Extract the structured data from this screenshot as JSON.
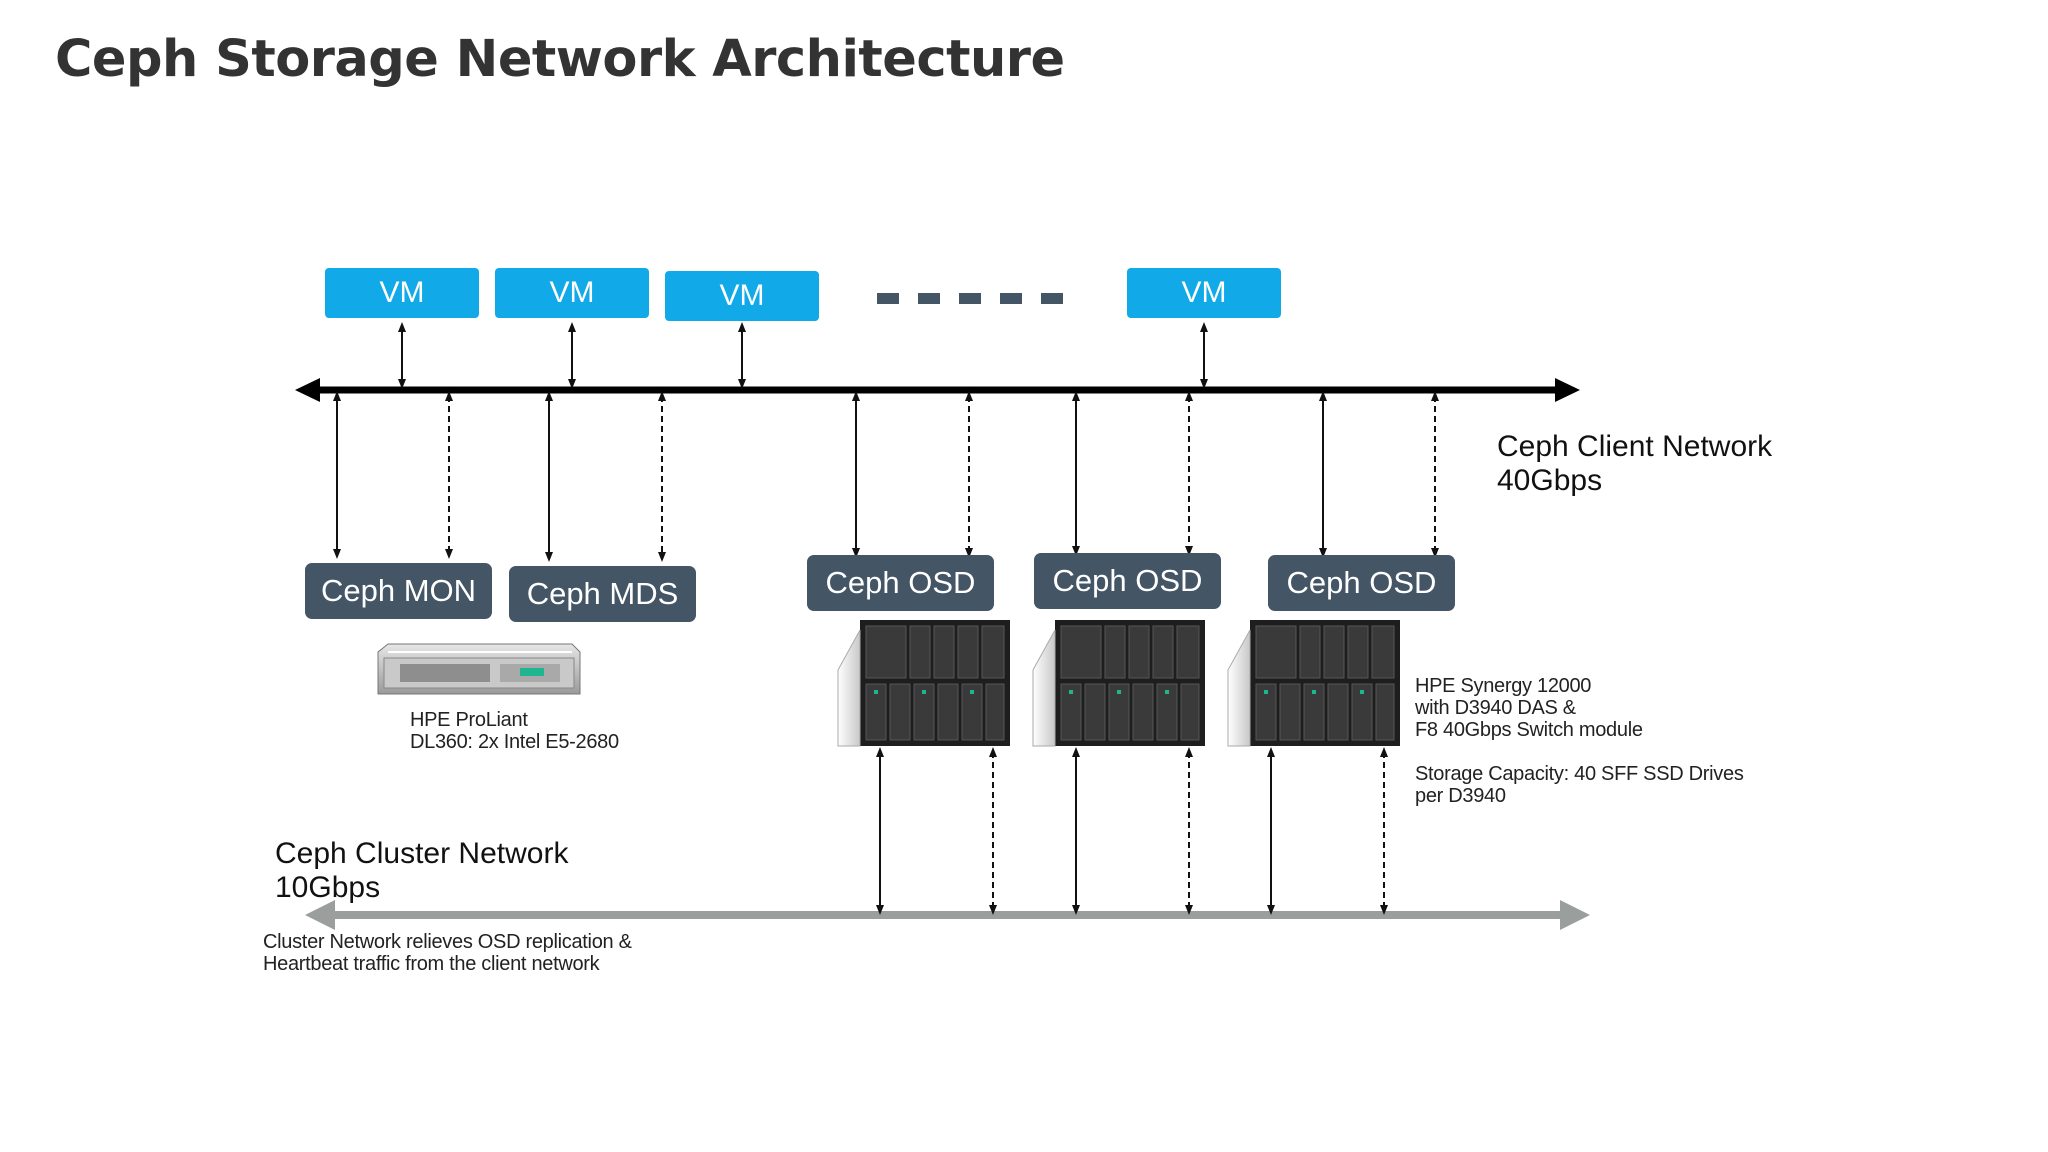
{
  "title": "Ceph Storage Network Architecture",
  "vms": [
    {
      "label": "VM"
    },
    {
      "label": "VM"
    },
    {
      "label": "VM"
    },
    {
      "label": "VM"
    }
  ],
  "nodes": [
    {
      "label": "Ceph MON"
    },
    {
      "label": "Ceph MDS"
    },
    {
      "label": "Ceph OSD"
    },
    {
      "label": "Ceph OSD"
    },
    {
      "label": "Ceph OSD"
    }
  ],
  "client_network": {
    "line1": "Ceph Client Network",
    "line2": "40Gbps"
  },
  "cluster_network": {
    "line1": "Ceph Cluster Network",
    "line2": "10Gbps"
  },
  "cluster_note": {
    "line1": "Cluster Network relieves OSD replication &",
    "line2": "Heartbeat traffic from the client network"
  },
  "proliant_note": {
    "line1": "HPE ProLiant",
    "line2": "DL360: 2x Intel  E5-2680"
  },
  "synergy_note": {
    "line1": "HPE Synergy  12000",
    "line2": "with D3940 DAS &",
    "line3": "F8 40Gbps Switch module",
    "line4": "Storage Capacity: 40 SFF SSD Drives",
    "line5": "per D3940"
  },
  "colors": {
    "vm": "#12a9e8",
    "node": "#445566",
    "client_bus": "#000000",
    "cluster_bus": "#9a9e9c",
    "ellipsis": "#445566"
  }
}
